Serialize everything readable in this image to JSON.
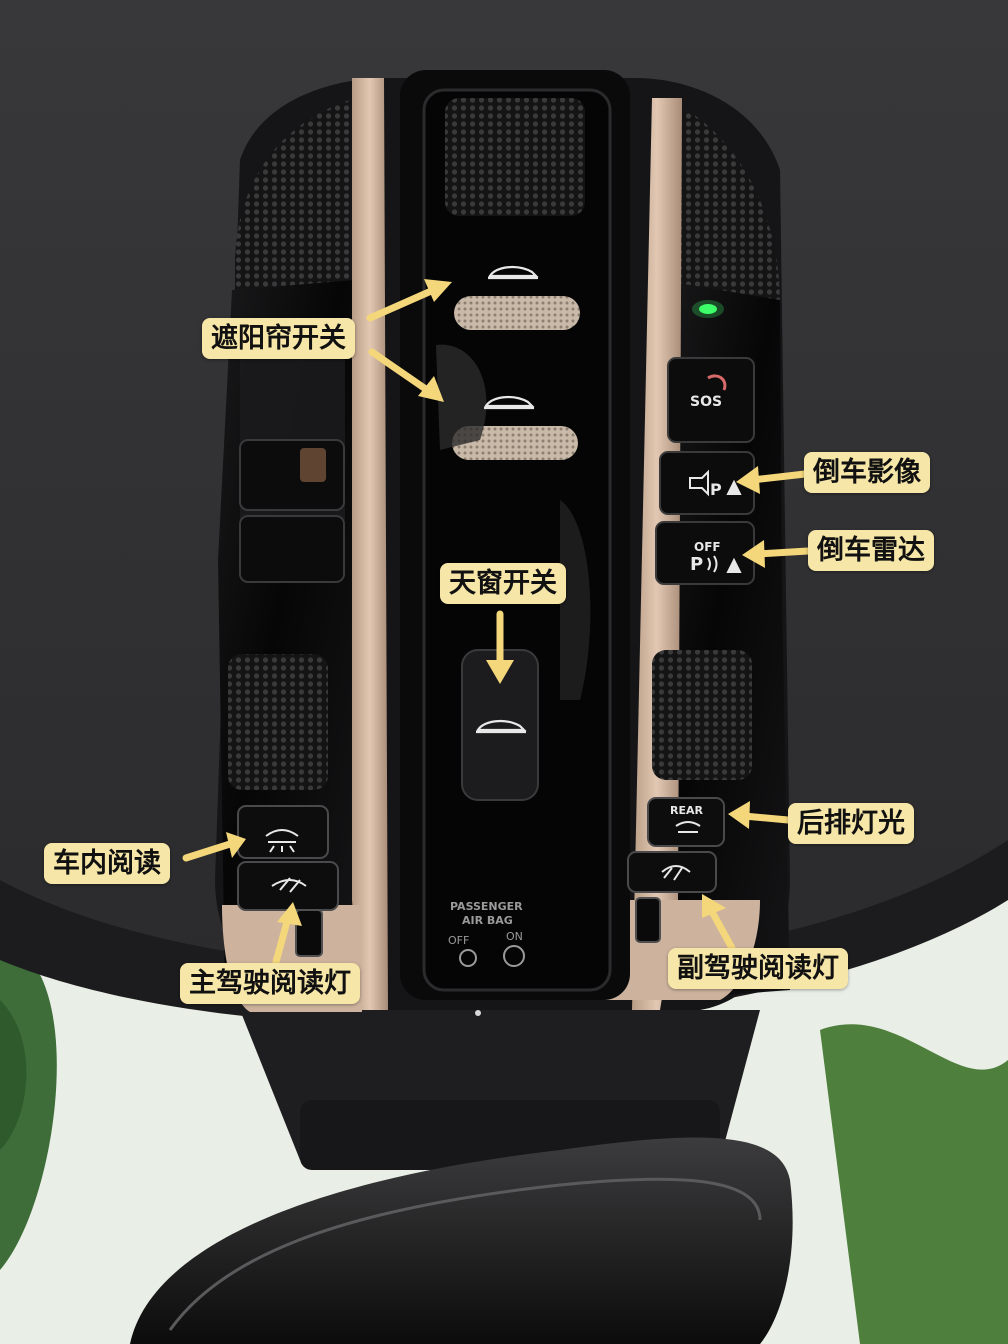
{
  "annotations": {
    "sunshade_switch": "遮阳帘开关",
    "reverse_camera": "倒车影像",
    "parking_radar": "倒车雷达",
    "sunroof_switch": "天窗开关",
    "rear_light": "后排灯光",
    "interior_reading": "车内阅读",
    "driver_reading_light": "主驾驶阅读灯",
    "passenger_reading_light": "副驾驶阅读灯"
  },
  "button_text": {
    "sos": "SOS",
    "off": "OFF",
    "park": "P",
    "rear": "REAR",
    "airbag_line1": "PASSENGER",
    "airbag_line2": "AIR BAG",
    "airbag_off": "OFF",
    "airbag_on": "ON"
  },
  "colors": {
    "label_bg": "#f6e6a8",
    "arrow": "#f4d77a",
    "status_led": "#3dff6a"
  }
}
